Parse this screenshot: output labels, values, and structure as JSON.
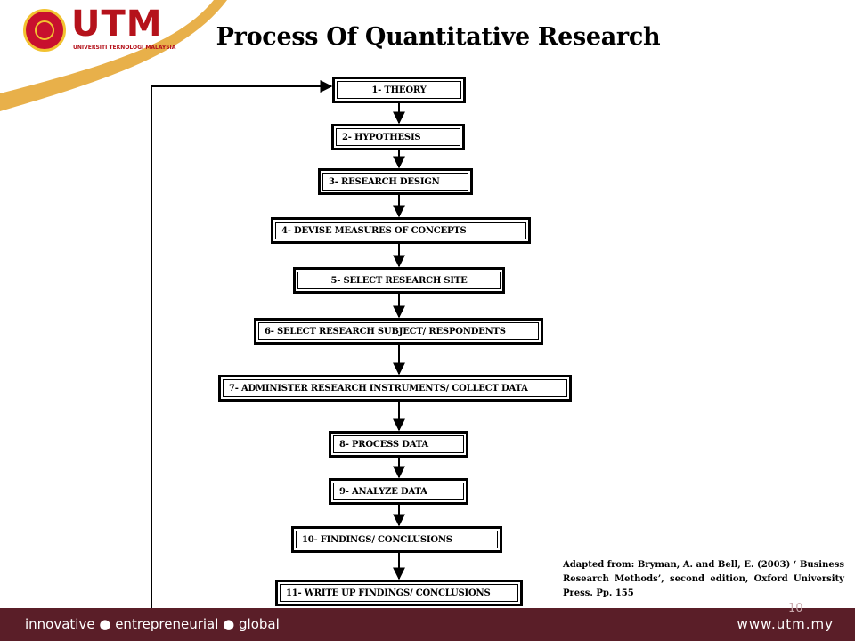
{
  "slide": {
    "title": "Process Of Quantitative Research",
    "page_number": "10",
    "source_note": "Adapted from: Bryman, A. and Bell, E. (2003) ‘ Business Research Methods’, second edition, Oxford University Press. Pp. 155"
  },
  "branding": {
    "logo_text": "UTM",
    "logo_subtext": "UNIVERSITI TEKNOLOGI MALAYSIA",
    "tagline": "innovative ● entrepreneurial ● global",
    "website": "www.utm.my"
  },
  "flow": {
    "steps": [
      "1- THEORY",
      "2- HYPOTHESIS",
      "3- RESEARCH DESIGN",
      "4-  DEVISE MEASURES OF CONCEPTS",
      "5- SELECT RESEARCH SITE",
      "6-  SELECT RESEARCH SUBJECT/ RESPONDENTS",
      "7-  ADMINISTER RESEARCH INSTRUMENTS/ COLLECT DATA",
      "8- PROCESS DATA",
      "9-  ANALYZE DATA",
      "10- FINDINGS/ CONCLUSIONS",
      "11- WRITE UP FINDINGS/ CONCLUSIONS"
    ]
  },
  "colors": {
    "brand_red": "#b5121b",
    "footer_maroon": "#5a1e28",
    "corner_gold": "#e8b04a"
  }
}
